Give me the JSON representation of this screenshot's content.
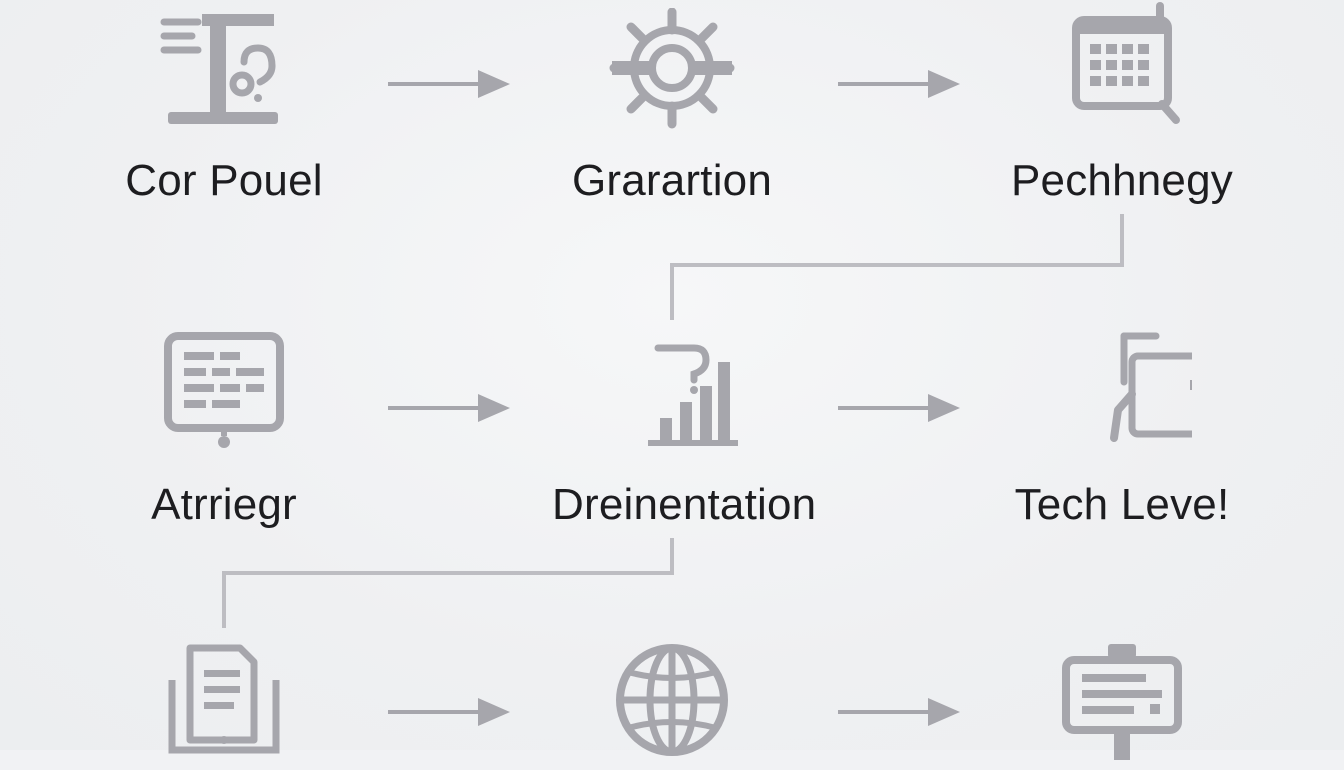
{
  "nodes": [
    {
      "id": "n1",
      "label": "Cor Pouel",
      "icon": "stand-question-icon"
    },
    {
      "id": "n2",
      "label": "Grarartion",
      "icon": "gear-target-icon"
    },
    {
      "id": "n3",
      "label": "Pechhnegy",
      "icon": "calendar-search-icon"
    },
    {
      "id": "n4",
      "label": "Atrriegr",
      "icon": "form-list-icon"
    },
    {
      "id": "n5",
      "label": "Dreinentation",
      "icon": "bar-chart-question-icon"
    },
    {
      "id": "n6",
      "label": "Tech Leve!",
      "icon": "document-pointer-icon"
    },
    {
      "id": "n7",
      "label": "",
      "icon": "document-inbox-icon"
    },
    {
      "id": "n8",
      "label": "",
      "icon": "globe-icon"
    },
    {
      "id": "n9",
      "label": "",
      "icon": "signboard-icon"
    }
  ],
  "colors": {
    "icon": "#a6a6ac",
    "line": "#bdbdc2",
    "text": "#1d1d20",
    "background": "#f1f2f4"
  }
}
